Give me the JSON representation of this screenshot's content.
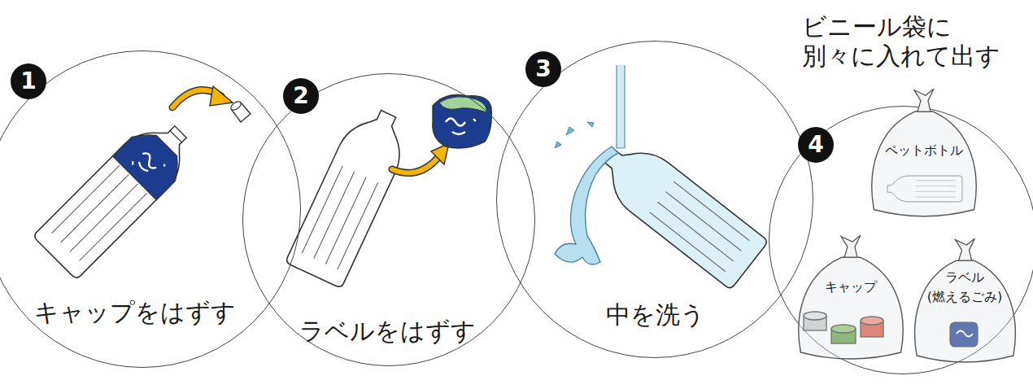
{
  "diagram": {
    "nodes": [
      {
        "text": [
          "キャップをはずす"
        ]
      },
      {
        "text": [
          "ラベルをはずす"
        ]
      },
      {
        "text": [
          "中を洗う"
        ]
      },
      {
        "text": [
          "ビニール袋に 別々に入れて出す"
        ]
      },
      {
        "text": [
          "ペットボトル"
        ],
        "in": 3
      },
      {
        "text": [
          "キャップ"
        ],
        "in": 3
      },
      {
        "text": [
          "ラベル",
          "(燃えるごみ)"
        ],
        "in": 3
      }
    ],
    "labels": [
      "1",
      "2",
      "3",
      "4"
    ]
  }
}
